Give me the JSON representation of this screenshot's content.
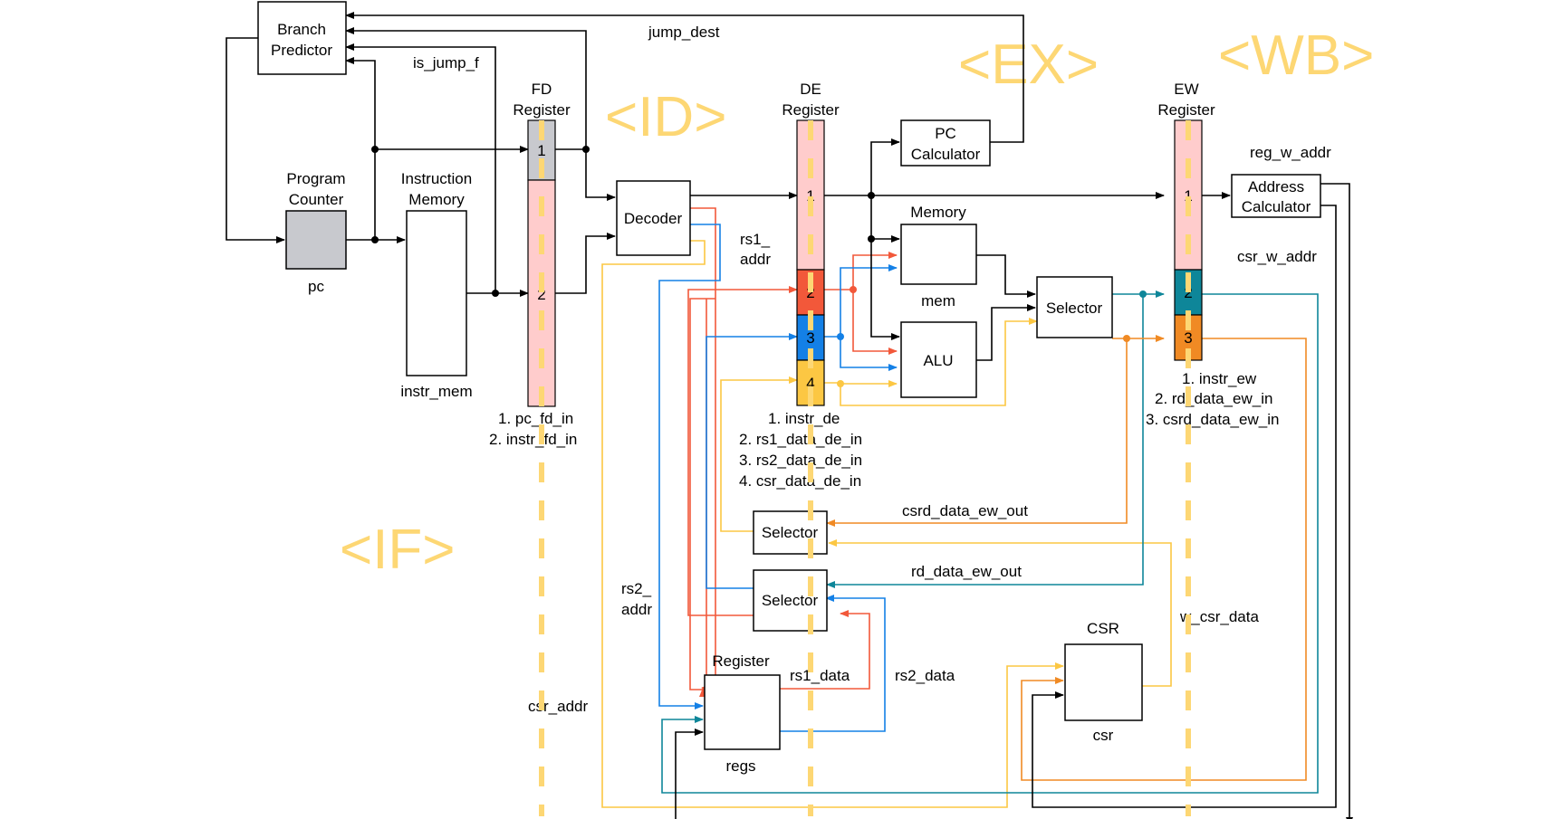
{
  "stages": {
    "if": "<IF>",
    "id": "<ID>",
    "ex": "<EX>",
    "wb": "<WB>"
  },
  "blocks": {
    "branch_predictor": [
      "Branch",
      "Predictor"
    ],
    "program_counter": [
      "Program",
      "Counter"
    ],
    "pc_reg": "pc",
    "instruction_memory": [
      "Instruction",
      "Memory"
    ],
    "instr_mem": "instr_mem",
    "fd_register": [
      "FD",
      "Register"
    ],
    "decoder": "Decoder",
    "de_register": [
      "DE",
      "Register"
    ],
    "pc_calculator": [
      "PC",
      "Calculator"
    ],
    "memory": "Memory",
    "mem": "mem",
    "alu": "ALU",
    "selector_ex": "Selector",
    "ew_register": [
      "EW",
      "Register"
    ],
    "address_calculator": [
      "Address",
      "Calculator"
    ],
    "selector_1": "Selector",
    "selector_2": "Selector",
    "register_file": "Register",
    "regs": "regs",
    "csr": "CSR",
    "csr_name": "csr"
  },
  "slots": {
    "fd": [
      "1",
      "2"
    ],
    "de": [
      "1",
      "2",
      "3",
      "4"
    ],
    "ew": [
      "1",
      "2",
      "3"
    ]
  },
  "legends": {
    "fd": [
      "1. pc_fd_in",
      "2. instr_fd_in"
    ],
    "de": [
      "1. instr_de",
      "2. rs1_data_de_in",
      "3. rs2_data_de_in",
      "4. csr_data_de_in"
    ],
    "ew": [
      "1. instr_ew",
      "2. rd_data_ew_in",
      "3. csrd_data_ew_in"
    ]
  },
  "signals": {
    "jump_dest": "jump_dest",
    "is_jump_f": "is_jump_f",
    "rs1_addr": [
      "rs1_",
      "addr"
    ],
    "rs2_addr": [
      "rs2_",
      "addr"
    ],
    "csr_addr": "csr_addr",
    "rs1_data": "rs1_data",
    "rs2_data": "rs2_data",
    "csrd_data_ew_out": "csrd_data_ew_out",
    "rd_data_ew_out": "rd_data_ew_out",
    "w_csr_data": "w_csr_data",
    "reg_w_addr": "reg_w_addr",
    "csr_w_addr": "csr_w_addr"
  },
  "colors": {
    "reg_pink": "#FFCCCC",
    "pc_gray": "#C8C9CE",
    "slot_red": "#F2583A",
    "slot_blue": "#1480E6",
    "slot_yellow": "#FCC743",
    "slot_teal": "#0E8699",
    "slot_orange": "#F08A24",
    "stage_yellow": "#FDD774",
    "wire_black": "#000000"
  }
}
